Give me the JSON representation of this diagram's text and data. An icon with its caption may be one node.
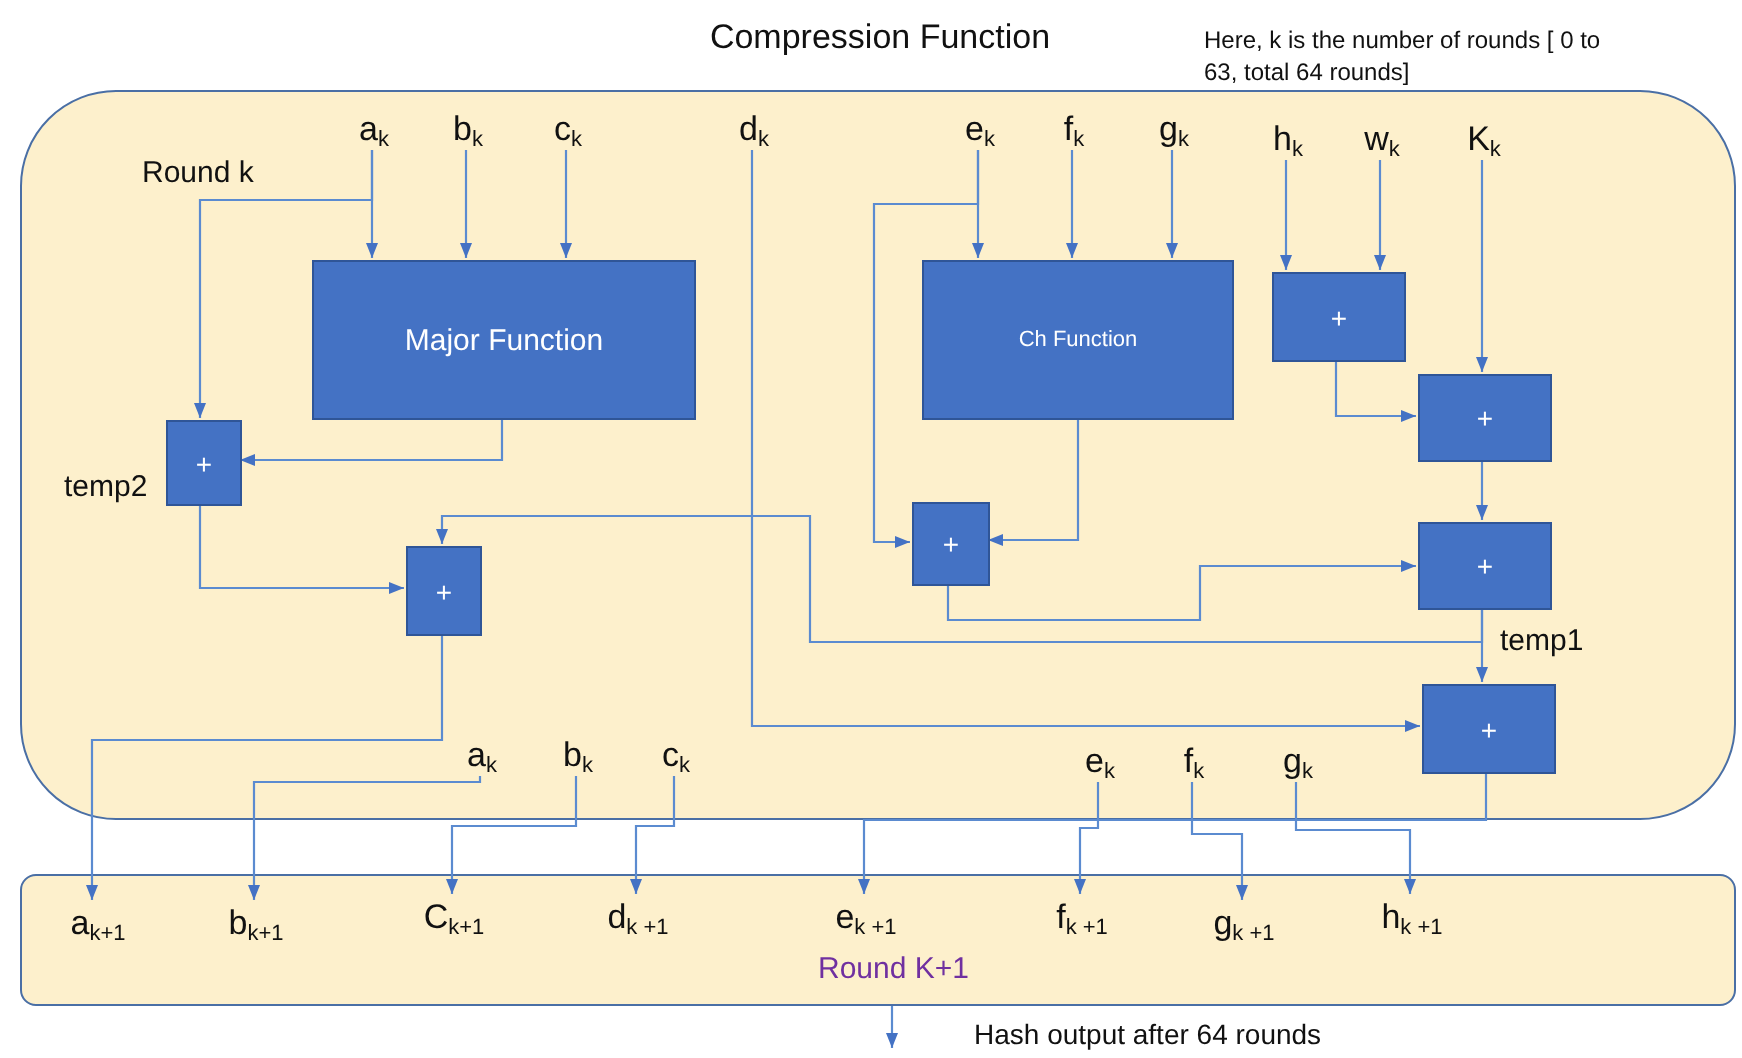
{
  "diagram": {
    "title": "Compression Function",
    "nodes": [
      {
        "text": [
          "Round k"
        ]
      },
      {
        "text": [
          "a$_{k}$"
        ],
        "in": 0
      },
      {
        "text": [
          "b$_{k}$"
        ],
        "in": 0
      },
      {
        "text": [
          "c$_{k}$"
        ],
        "in": 0
      },
      {
        "text": [
          "d$_{k}$"
        ],
        "in": 0
      },
      {
        "text": [
          "e$_{k}$"
        ],
        "in": 0
      },
      {
        "text": [
          "f$_{k}$"
        ],
        "in": 0
      },
      {
        "text": [
          "g$_{k}$"
        ],
        "in": 0
      },
      {
        "text": [
          "h$_{k}$"
        ],
        "in": 0
      },
      {
        "text": [
          "w$_{k}$"
        ],
        "in": 0
      },
      {
        "text": [
          "K$_{k}$"
        ],
        "in": 0
      },
      {
        "text": [
          "Major Function"
        ],
        "in": 0
      },
      {
        "text": [
          "Ch Function"
        ],
        "in": 0
      },
      {
        "text": [
          "+"
        ],
        "in": 0
      },
      {
        "text": [
          "+"
        ],
        "in": 0
      },
      {
        "text": [
          "+"
        ],
        "in": 0,
        "beside": [
          "temp2"
        ]
      },
      {
        "text": [
          "+"
        ],
        "in": 0
      },
      {
        "text": [
          "+"
        ],
        "in": 0
      },
      {
        "text": [
          "+"
        ],
        "in": 0,
        "beside": [
          "temp1"
        ]
      },
      {
        "text": [
          "+"
        ],
        "in": 0
      },
      {
        "text": [
          "a$_{k}$"
        ],
        "in": 0
      },
      {
        "text": [
          "b$_{k}$"
        ],
        "in": 0
      },
      {
        "text": [
          "c$_{k}$"
        ],
        "in": 0
      },
      {
        "text": [
          "e$_{k}$"
        ],
        "in": 0
      },
      {
        "text": [
          "f$_{k}$"
        ],
        "in": 0
      },
      {
        "text": [
          "g$_{k}$"
        ],
        "in": 0
      },
      {
        "text": [
          "Round K+1"
        ]
      },
      {
        "text": [
          "a$_{k+1}$"
        ],
        "in": 26
      },
      {
        "text": [
          "b$_{k+1}$"
        ],
        "in": 26
      },
      {
        "text": [
          "C$_{k+1}$"
        ],
        "in": 26
      },
      {
        "text": [
          "d$_{k +1}$"
        ],
        "in": 26
      },
      {
        "text": [
          "e$_{k +1}$"
        ],
        "in": 26
      },
      {
        "text": [
          "f$_{k +1}$"
        ],
        "in": 26
      },
      {
        "text": [
          "g$_{k +1}$"
        ],
        "in": 26
      },
      {
        "text": [
          "h$_{k +1}$"
        ],
        "in": 26
      }
    ],
    "edges": [
      {
        "from": 1,
        "to": 11,
        "arrow": "to"
      },
      {
        "from": 1,
        "to": 15,
        "arrow": "to"
      },
      {
        "from": 2,
        "to": 11,
        "arrow": "to"
      },
      {
        "from": 3,
        "to": 11,
        "arrow": "to"
      },
      {
        "from": 11,
        "to": 15,
        "arrow": "to"
      },
      {
        "from": 15,
        "to": 16,
        "arrow": "to"
      },
      {
        "from": 18,
        "to": 16,
        "arrow": "to"
      },
      {
        "from": 4,
        "to": 19,
        "arrow": "to"
      },
      {
        "from": 5,
        "to": 12,
        "arrow": "to"
      },
      {
        "from": 5,
        "to": 17,
        "arrow": "to"
      },
      {
        "from": 6,
        "to": 12,
        "arrow": "to"
      },
      {
        "from": 7,
        "to": 12,
        "arrow": "to"
      },
      {
        "from": 12,
        "to": 17,
        "arrow": "to"
      },
      {
        "from": 8,
        "to": 13,
        "arrow": "to"
      },
      {
        "from": 9,
        "to": 13,
        "arrow": "to"
      },
      {
        "from": 13,
        "to": 14,
        "arrow": "to"
      },
      {
        "from": 10,
        "to": 14,
        "arrow": "to"
      },
      {
        "from": 14,
        "to": 18,
        "arrow": "to"
      },
      {
        "from": 17,
        "to": 18,
        "arrow": "to"
      },
      {
        "from": 18,
        "to": 19,
        "arrow": "to"
      },
      {
        "from": 16,
        "to": 27,
        "arrow": "to"
      },
      {
        "from": 20,
        "to": 28,
        "arrow": "to"
      },
      {
        "from": 21,
        "to": 29,
        "arrow": "to"
      },
      {
        "from": 22,
        "to": 30,
        "arrow": "to"
      },
      {
        "from": 19,
        "to": 31,
        "arrow": "to"
      },
      {
        "from": 23,
        "to": 32,
        "arrow": "to"
      },
      {
        "from": 24,
        "to": 33,
        "arrow": "to"
      },
      {
        "from": 25,
        "to": 34,
        "arrow": "to"
      },
      {
        "from": 26,
        "to": null,
        "arrow": "to"
      }
    ],
    "labels": [
      "Here, k is the number of rounds [ 0 to 63, total 64 rounds]",
      "Hash output after 64 rounds"
    ]
  }
}
